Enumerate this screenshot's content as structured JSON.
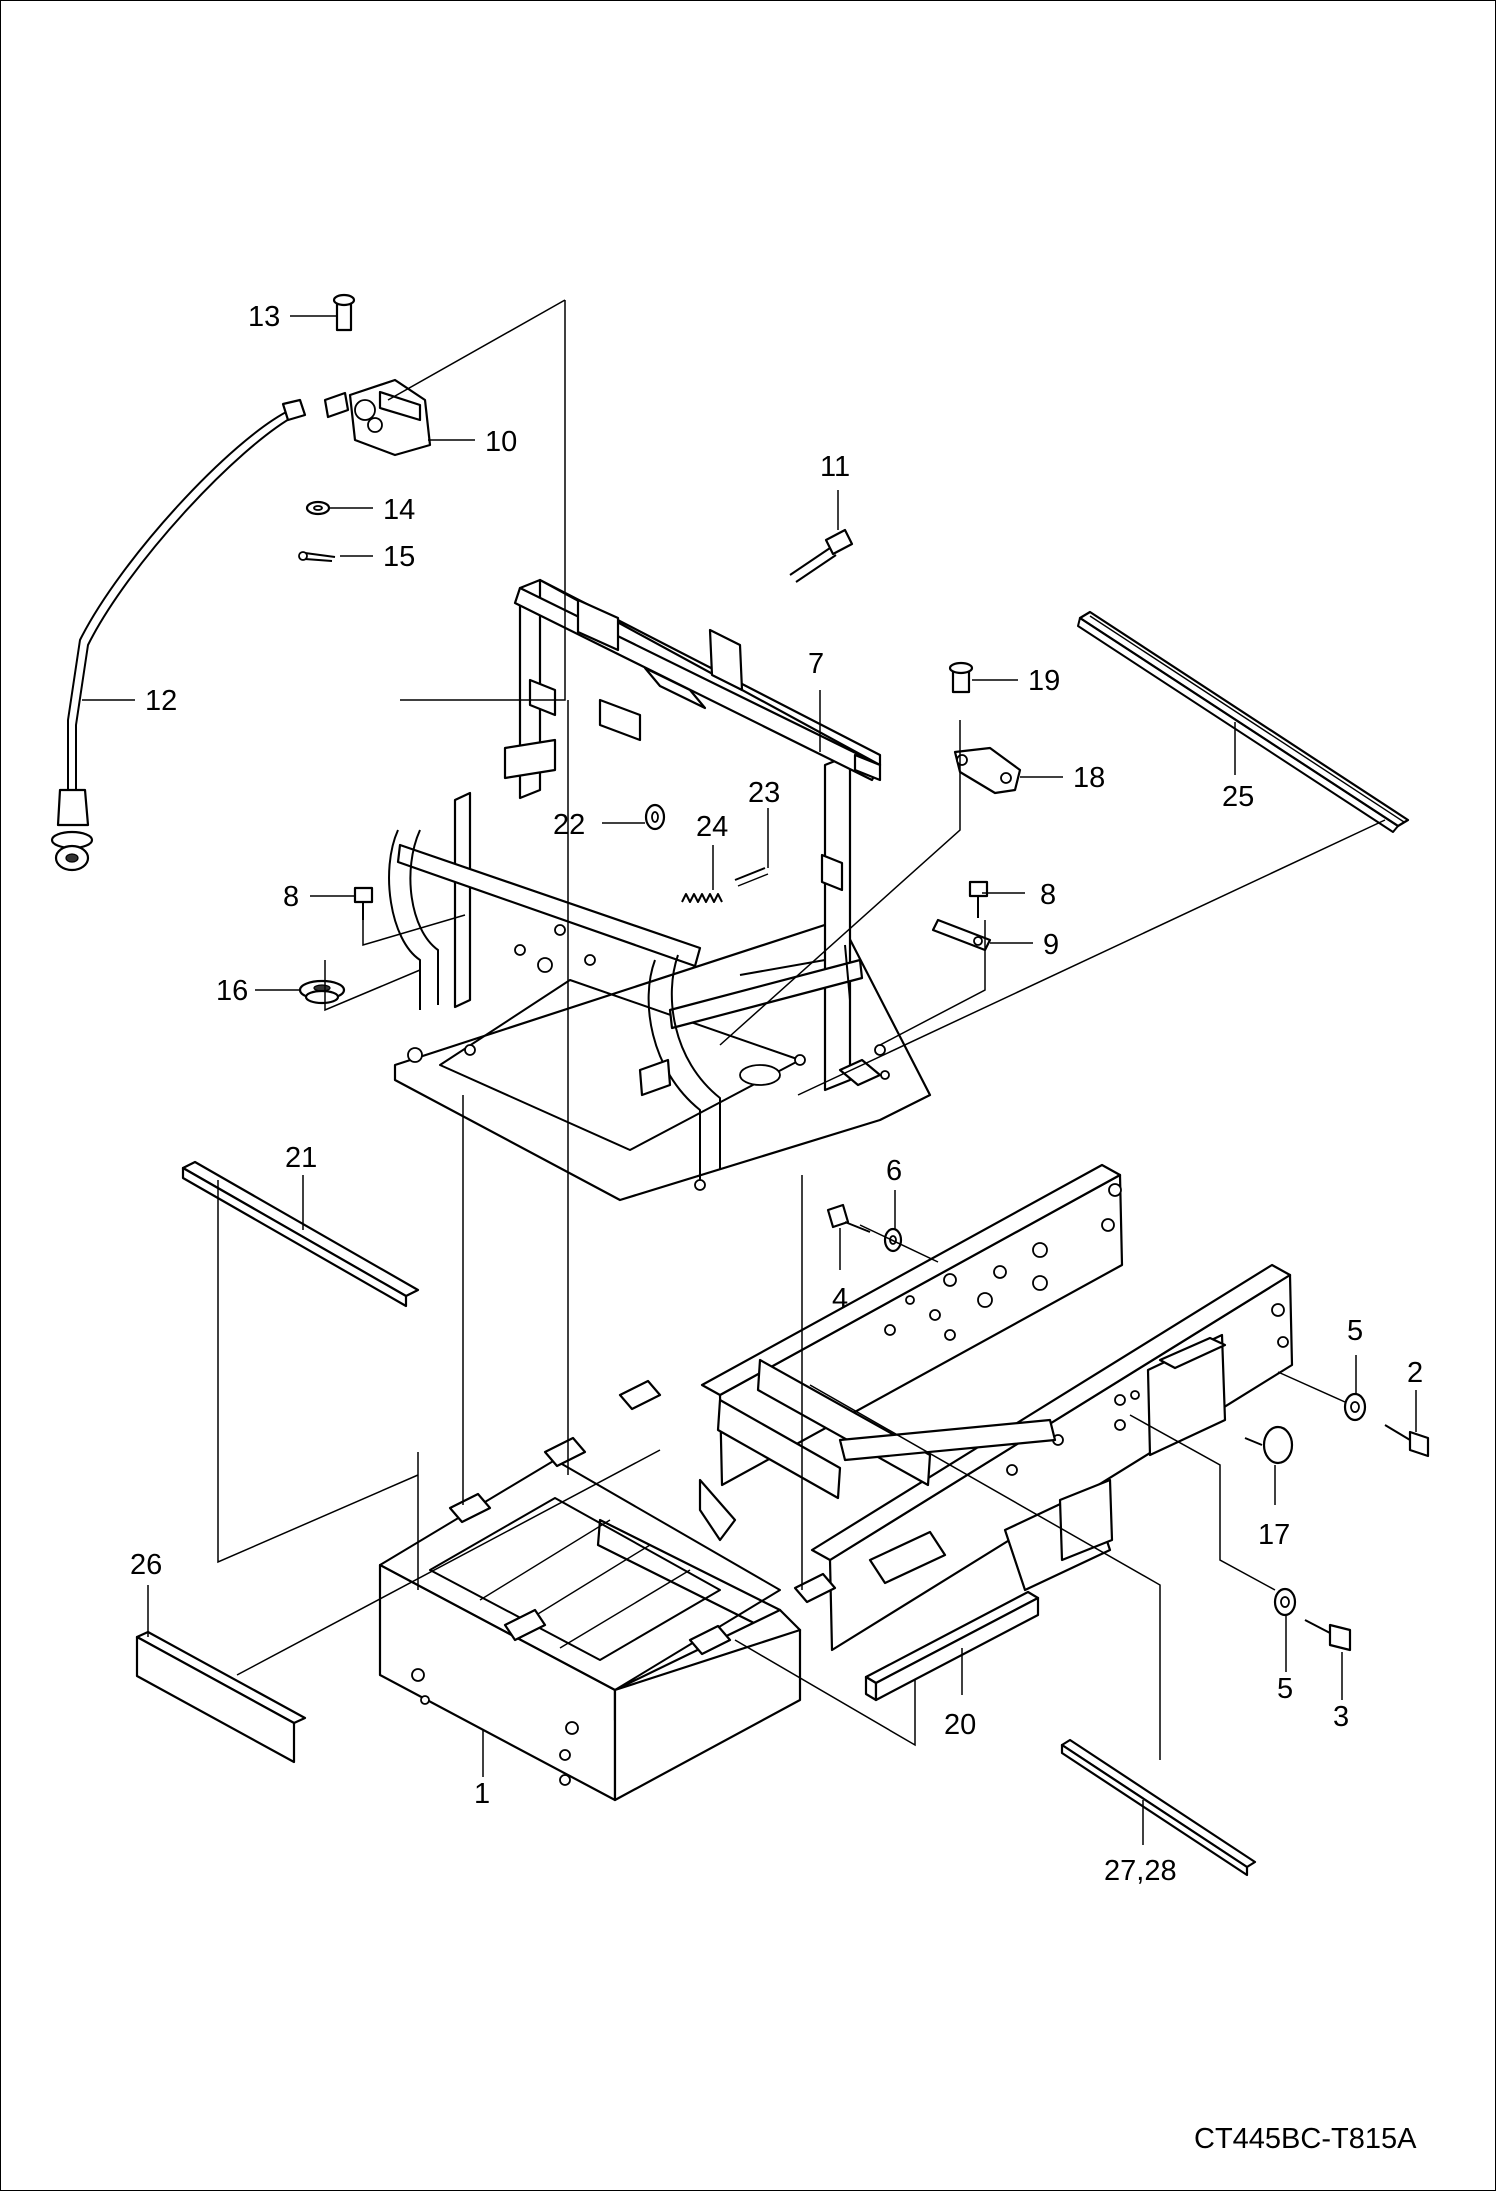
{
  "drawing_code": "CT445BC-T815A",
  "callouts": {
    "c1": "1",
    "c2": "2",
    "c3": "3",
    "c4": "4",
    "c5a": "5",
    "c5b": "5",
    "c6": "6",
    "c7": "7",
    "c8a": "8",
    "c8b": "8",
    "c9": "9",
    "c10": "10",
    "c11": "11",
    "c12": "12",
    "c13": "13",
    "c14": "14",
    "c15": "15",
    "c16": "16",
    "c17": "17",
    "c18": "18",
    "c19": "19",
    "c20": "20",
    "c21": "21",
    "c22": "22",
    "c23": "23",
    "c24": "24",
    "c25": "25",
    "c26": "26",
    "c2728": "27,28"
  }
}
